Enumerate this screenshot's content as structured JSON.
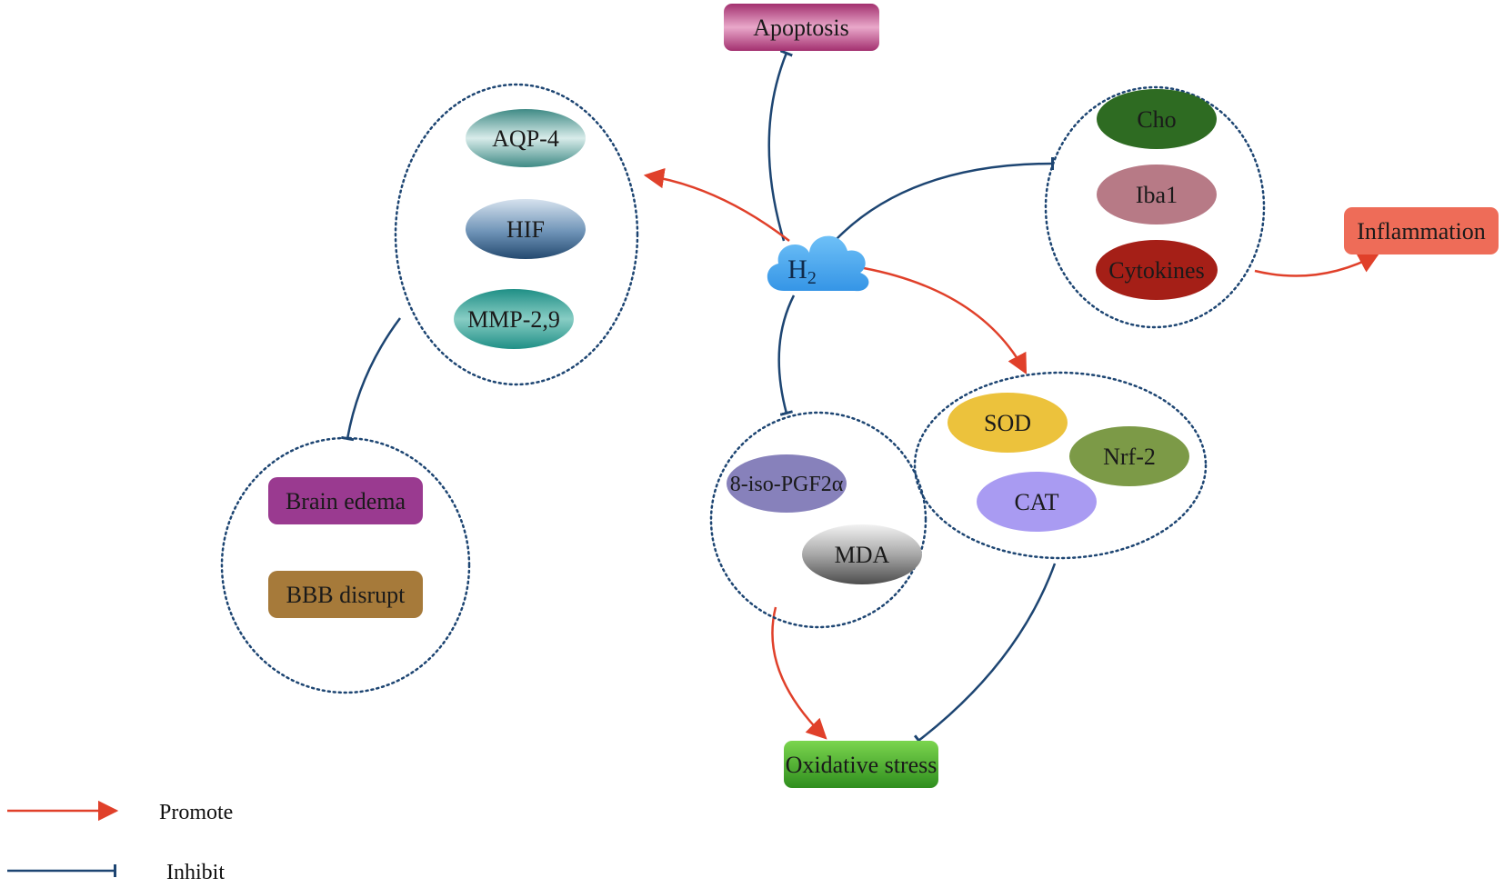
{
  "center": {
    "label": "H",
    "subscript": "2"
  },
  "outcomes": {
    "apoptosis": "Apoptosis",
    "inflammation": "Inflammation",
    "oxidative_stress": "Oxidative stress"
  },
  "groups": {
    "edema_markers": [
      "AQP-4",
      "HIF",
      "MMP-2,9"
    ],
    "edema_outcomes": [
      "Brain edema",
      "BBB disrupt"
    ],
    "inflammation_markers": [
      "Cho",
      "Iba1",
      "Cytokines"
    ],
    "oxidant_markers": [
      "8-iso-PGF2α",
      "MDA"
    ],
    "antioxidant_markers": [
      "SOD",
      "Nrf-2",
      "CAT"
    ]
  },
  "legend": {
    "promote": "Promote",
    "inhibit": "Inhibit"
  },
  "colors": {
    "promote": "#e0402a",
    "inhibit": "#1d4572",
    "cloud": "#4ea9ef",
    "dotted": "#1d4572"
  }
}
